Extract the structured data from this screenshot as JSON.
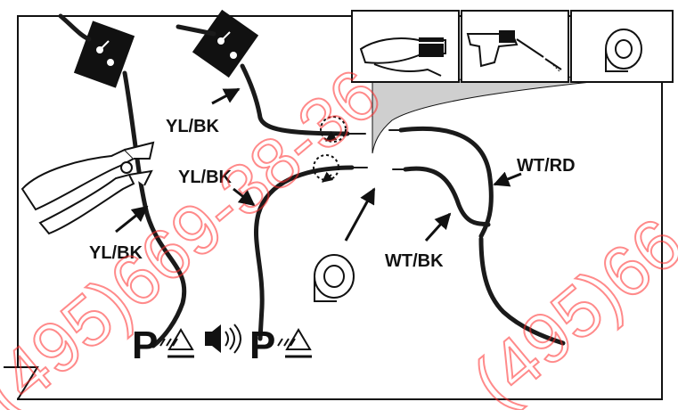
{
  "labels": {
    "yl_bk_1": "YL/BK",
    "yl_bk_2": "YL/BK",
    "yl_bk_3": "YL/BK",
    "wt_rd": "WT/RD",
    "wt_bk": "WT/BK"
  },
  "park_sensor": {
    "symbol_left": "P",
    "symbol_right": "P"
  },
  "watermark": {
    "text_left": "(495)669-38-36",
    "text_right": "(495)66"
  },
  "tool_panels": [
    "wire-stripper",
    "drill",
    "tape-roll"
  ],
  "colors": {
    "line": "#1a1a1a",
    "watermark": "#ff2b2b",
    "panel_fill": "#cfcfcf"
  }
}
